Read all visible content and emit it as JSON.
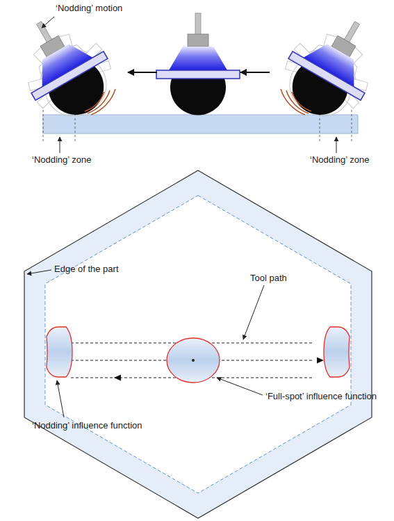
{
  "diagram": {
    "labels": [
      "‘Nodding’ motion",
      "‘Nodding’ zone",
      "‘Nodding’ zone",
      "Edge of the part",
      "Tool path",
      "‘Full-spot’ influence function",
      "‘Nodding’ influence function"
    ]
  }
}
